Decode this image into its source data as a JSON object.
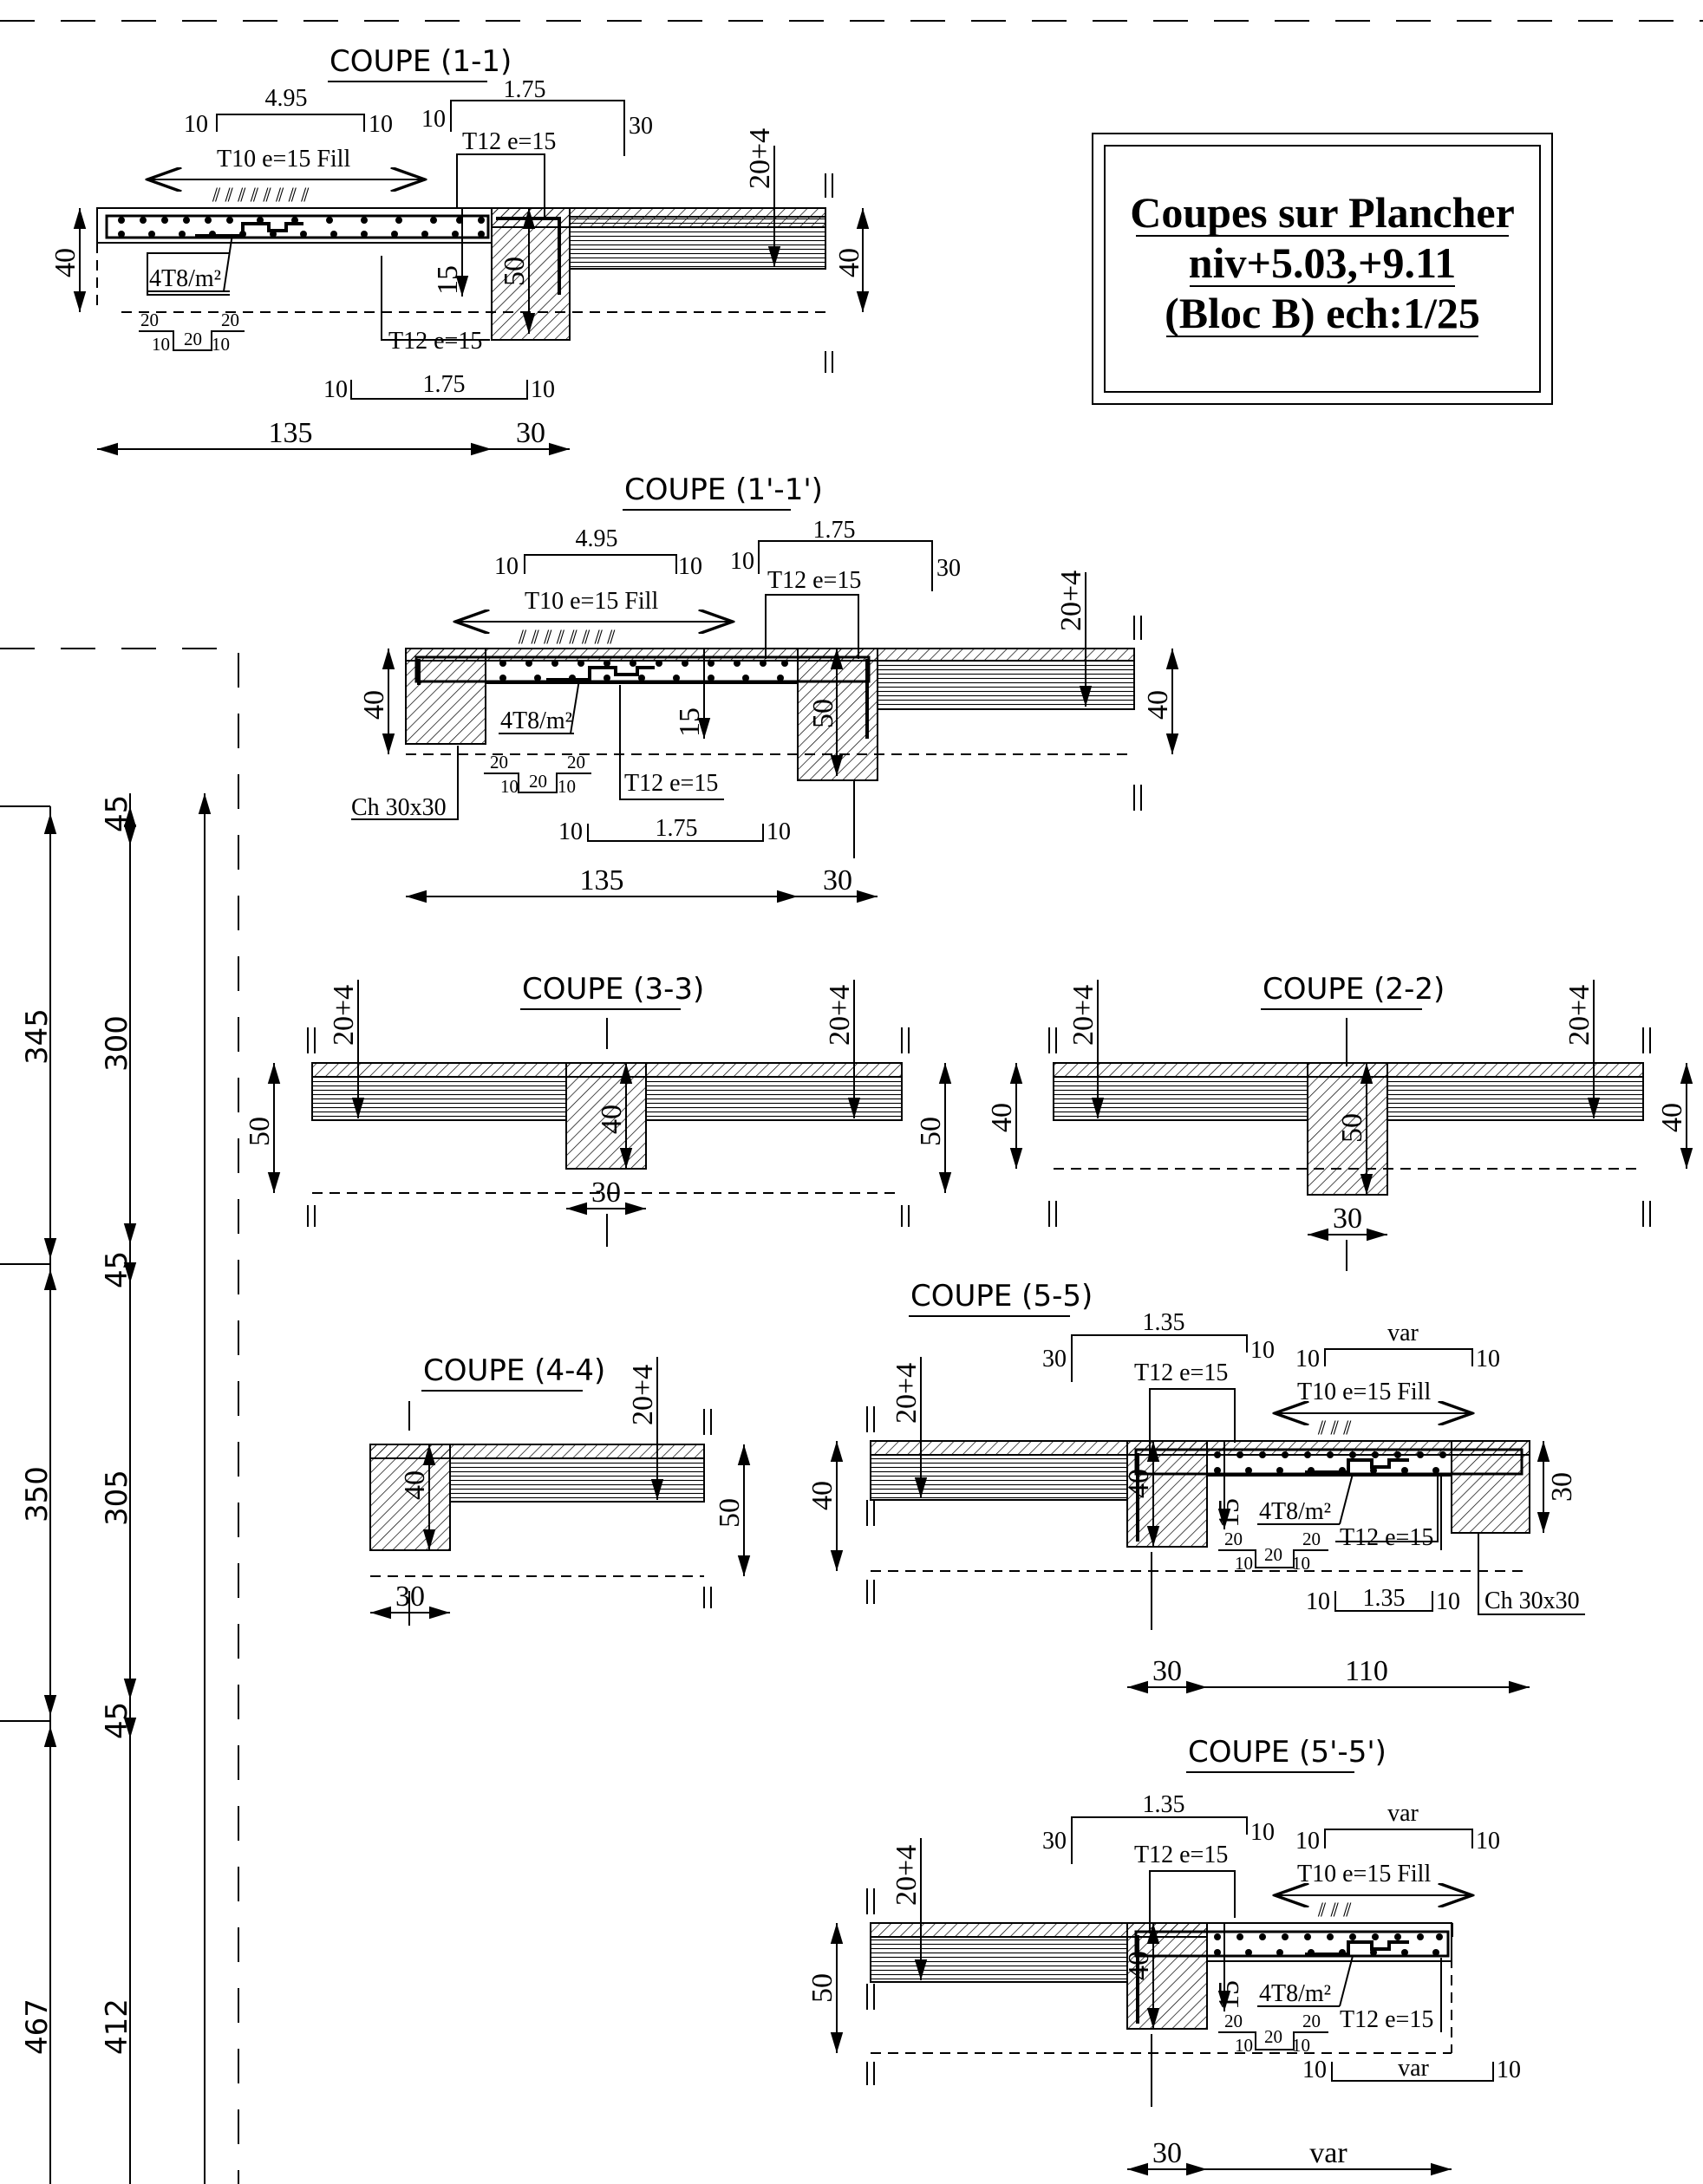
{
  "cartouche": {
    "line1": "Coupes sur Plancher",
    "line2": "niv+5.03,+9.11",
    "line3": "(Bloc B) ech:1/25"
  },
  "coupe_1_1": {
    "title": "COUPE (1-1)",
    "top_bar_len": "4.95",
    "top_bar_l": "10",
    "top_bar_r": "10",
    "chap_len": "1.75",
    "chap_l": "10",
    "chap_r": "30",
    "fill_label": "T10 e=15 Fill",
    "chap_label": "T12 e=15",
    "slab": "20+4",
    "h_left": "40",
    "h_right": "40",
    "beam_h": "50",
    "h15": "15",
    "mesh": "4T8/m²",
    "m20a": "20",
    "m20b": "20",
    "m20c": "20",
    "m10a": "10",
    "m10b": "10",
    "bot_label": "T12 e=15",
    "bot_len": "1.75",
    "bot_l": "10",
    "bot_r": "10",
    "span": "135",
    "beam_w": "30"
  },
  "coupe_1p_1p": {
    "title": "COUPE (1'-1')",
    "top_bar_len": "4.95",
    "top_bar_l": "10",
    "top_bar_r": "10",
    "chap_len": "1.75",
    "chap_l": "10",
    "chap_r": "30",
    "fill_label": "T10 e=15 Fill",
    "chap_label": "T12 e=15",
    "slab": "20+4",
    "h_left": "40",
    "h_right": "40",
    "beam_h": "50",
    "h15": "15",
    "mesh": "4T8/m²",
    "m20a": "20",
    "m20b": "20",
    "m20c": "20",
    "m10a": "10",
    "m10b": "10",
    "chainage": "Ch 30x30",
    "bot_label": "T12 e=15",
    "bot_len": "1.75",
    "bot_l": "10",
    "bot_r": "10",
    "span": "135",
    "beam_w": "30"
  },
  "coupe_3_3": {
    "title": "COUPE (3-3)",
    "slab_l": "20+4",
    "slab_r": "20+4",
    "h_left": "50",
    "h_right": "50",
    "beam_h": "40",
    "beam_w": "30"
  },
  "coupe_2_2": {
    "title": "COUPE (2-2)",
    "slab_l": "20+4",
    "slab_r": "20+4",
    "h_left": "40",
    "h_right": "40",
    "beam_h": "50",
    "beam_w": "30"
  },
  "coupe_4_4": {
    "title": "COUPE (4-4)",
    "slab": "20+4",
    "beam_h": "40",
    "h_right": "50",
    "beam_w": "30"
  },
  "coupe_5_5": {
    "title": "COUPE (5-5)",
    "chap_len": "1.35",
    "chap_l": "30",
    "chap_r": "10",
    "var_len": "var",
    "var_l": "10",
    "var_r": "10",
    "chap_label": "T12 e=15",
    "fill_label": "T10 e=15 Fill",
    "slab": "20+4",
    "h_left": "40",
    "beam_h": "40",
    "h15": "15",
    "h_right": "30",
    "mesh": "4T8/m²",
    "bot_label": "T12 e=15",
    "m20a": "20",
    "m20b": "20",
    "m20c": "20",
    "m10a": "10",
    "m10b": "10",
    "bot_len": "1.35",
    "bot_l": "10",
    "bot_r": "10",
    "chainage": "Ch 30x30",
    "beam_w": "30",
    "span": "110"
  },
  "coupe_5p_5p": {
    "title": "COUPE (5'-5')",
    "chap_len": "1.35",
    "chap_l": "30",
    "chap_r": "10",
    "var_len": "var",
    "var_l": "10",
    "var_r": "10",
    "chap_label": "T12 e=15",
    "fill_label": "T10 e=15 Fill",
    "slab": "20+4",
    "h_left": "50",
    "beam_h": "40",
    "h15": "15",
    "mesh": "4T8/m²",
    "bot_label": "T12 e=15",
    "m20a": "20",
    "m20b": "20",
    "m20c": "20",
    "m10a": "10",
    "m10b": "10",
    "bot_len": "var",
    "bot_l": "10",
    "bot_r": "10",
    "beam_w": "30",
    "span": "var"
  },
  "side_dims": {
    "outer": [
      "345",
      "350",
      "467"
    ],
    "inner": [
      "45",
      "300",
      "45",
      "305",
      "45",
      "412"
    ]
  }
}
